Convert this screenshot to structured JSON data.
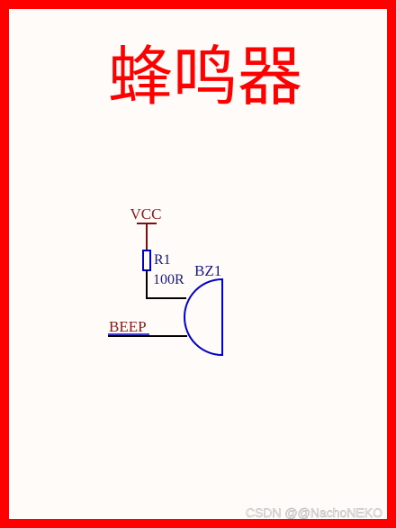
{
  "title": "蜂鸣器",
  "components": {
    "power": {
      "net": "VCC"
    },
    "resistor": {
      "designator": "R1",
      "value": "100R"
    },
    "buzzer": {
      "designator": "BZ1"
    }
  },
  "nets": {
    "input": "BEEP"
  },
  "watermark": "CSDN @@NachoNEKO",
  "colors": {
    "frame": "#ff0000",
    "background": "#fefbf8",
    "title": "#ff0000",
    "wire_power": "#7a1010",
    "wire_signal": "#000000",
    "component_body": "#0000cc",
    "designator_text": "#1a1a80",
    "net_text": "#8b1a1a",
    "watermark": "#ffffff"
  }
}
